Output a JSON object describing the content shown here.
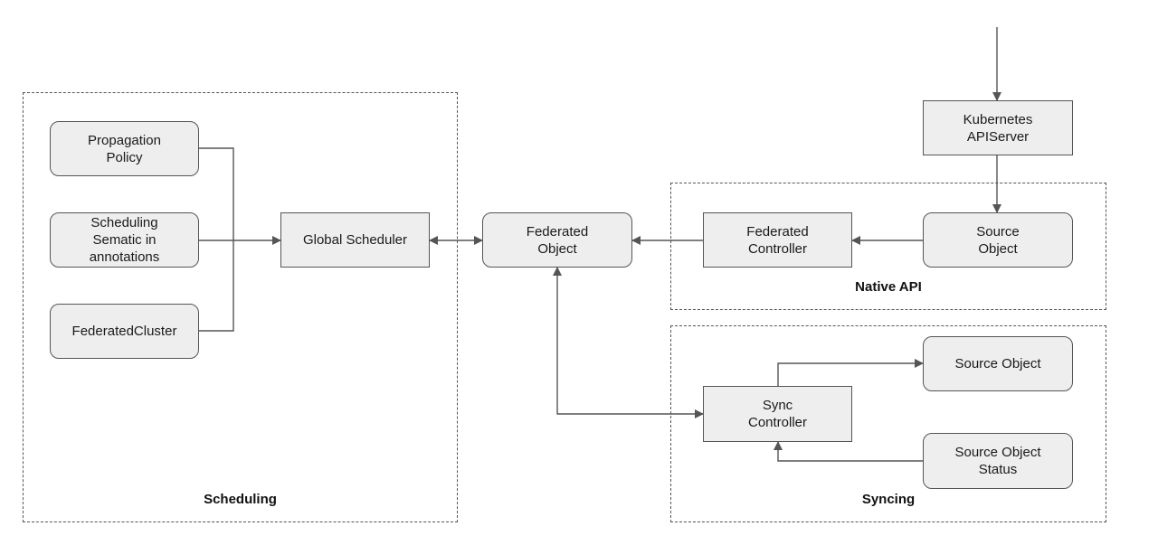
{
  "groups": {
    "scheduling": {
      "label": "Scheduling"
    },
    "native_api": {
      "label": "Native API"
    },
    "syncing": {
      "label": "Syncing"
    }
  },
  "nodes": {
    "propagation_policy": "Propagation\nPolicy",
    "scheduling_sematic": "Scheduling\nSematic in\nannotations",
    "federated_cluster": "FederatedCluster",
    "global_scheduler": "Global Scheduler",
    "federated_object": "Federated\nObject",
    "federated_controller": "Federated\nController",
    "source_object_native": "Source\nObject",
    "kubernetes_apiserver": "Kubernetes\nAPIServer",
    "sync_controller": "Sync\nController",
    "source_object_sync": "Source Object",
    "source_object_status": "Source Object\nStatus"
  },
  "colors": {
    "node_fill": "#eeeeee",
    "stroke": "#555555",
    "arrow": "#555555"
  }
}
